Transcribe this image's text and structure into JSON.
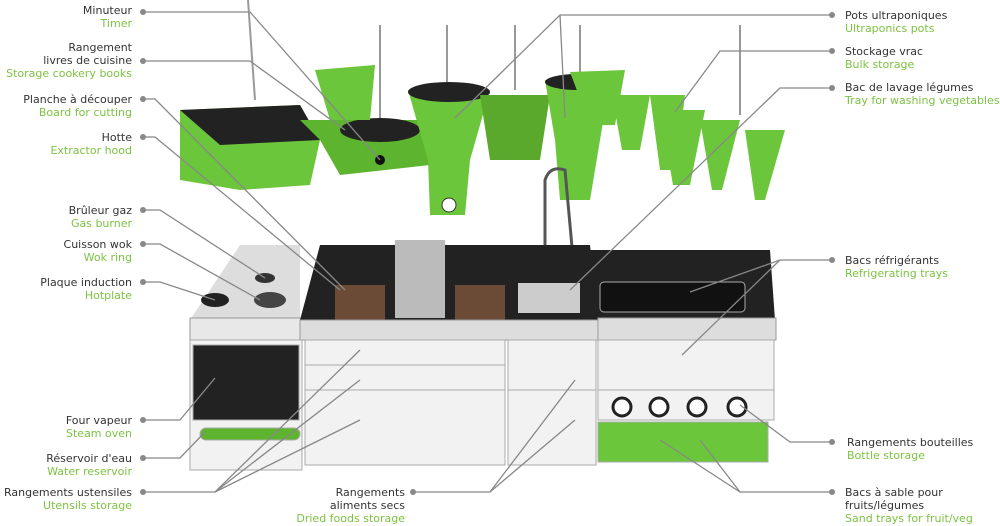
{
  "colors": {
    "accent": "#7dc242",
    "text": "#333333",
    "leader": "#888888"
  },
  "labels": {
    "timer": {
      "fr": "Minuteur",
      "en": "Timer"
    },
    "books": {
      "fr1": "Rangement",
      "fr2": "livres de cuisine",
      "en": "Storage cookery books"
    },
    "board": {
      "fr": "Planche à découper",
      "en": "Board for cutting"
    },
    "hood": {
      "fr": "Hotte",
      "en": "Extractor hood"
    },
    "burner": {
      "fr": "Brûleur gaz",
      "en": "Gas burner"
    },
    "wok": {
      "fr": "Cuisson wok",
      "en": "Wok ring"
    },
    "induction": {
      "fr": "Plaque induction",
      "en": "Hotplate"
    },
    "oven": {
      "fr": "Four vapeur",
      "en": "Steam oven"
    },
    "reservoir": {
      "fr": "Réservoir d'eau",
      "en": "Water reservoir"
    },
    "utensils": {
      "fr": "Rangements ustensiles",
      "en": "Utensils storage"
    },
    "dried": {
      "fr1": "Rangements",
      "fr2": "aliments secs",
      "en": "Dried foods storage"
    },
    "pots": {
      "fr": "Pots ultraponiques",
      "en": "Ultraponics pots"
    },
    "bulk": {
      "fr": "Stockage vrac",
      "en": "Bulk storage"
    },
    "wash": {
      "fr": "Bac de lavage légumes",
      "en": "Tray for washing vegetables"
    },
    "fridge": {
      "fr": "Bacs réfrigérants",
      "en": "Refrigerating trays"
    },
    "bottles": {
      "fr": "Rangements bouteilles",
      "en": "Bottle storage"
    },
    "sand": {
      "fr1": "Bacs à sable pour",
      "fr2": "fruits/légumes",
      "en": "Sand trays for fruit/veg"
    }
  }
}
